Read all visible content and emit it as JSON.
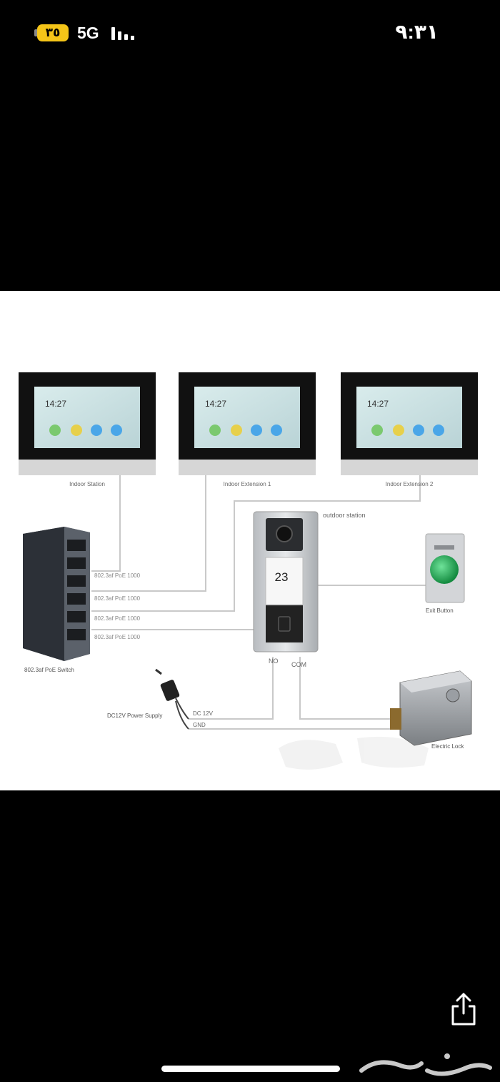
{
  "status_bar": {
    "battery": "٣٥",
    "network": "5G",
    "time": "٩:٣١"
  },
  "diagram": {
    "screen_time": "14:27",
    "door_display": "23",
    "labels": {
      "indoor_station": "Indoor Station",
      "indoor_ext1": "Indoor Extension 1",
      "indoor_ext2": "Indoor Extension 2",
      "outdoor_station": "outdoor station",
      "exit_button": "Exit Button",
      "poe_switch": "802.3af PoE Switch",
      "power_supply": "DC12V Power Supply",
      "electric_lock": "Electric Lock",
      "no": "NO",
      "com": "COM",
      "dc12v": "DC 12V",
      "gnd": "GND",
      "cable1": "802.3af PoE 1000",
      "cable2": "802.3af PoE 1000",
      "cable3": "802.3af PoE 1000",
      "cable4": "802.3af PoE 1000"
    }
  },
  "icons": {
    "share": "share-icon",
    "logo": "haraj-logo"
  },
  "colors": {
    "background": "#000000",
    "battery": "#f5c518",
    "panel": "#ffffff"
  }
}
